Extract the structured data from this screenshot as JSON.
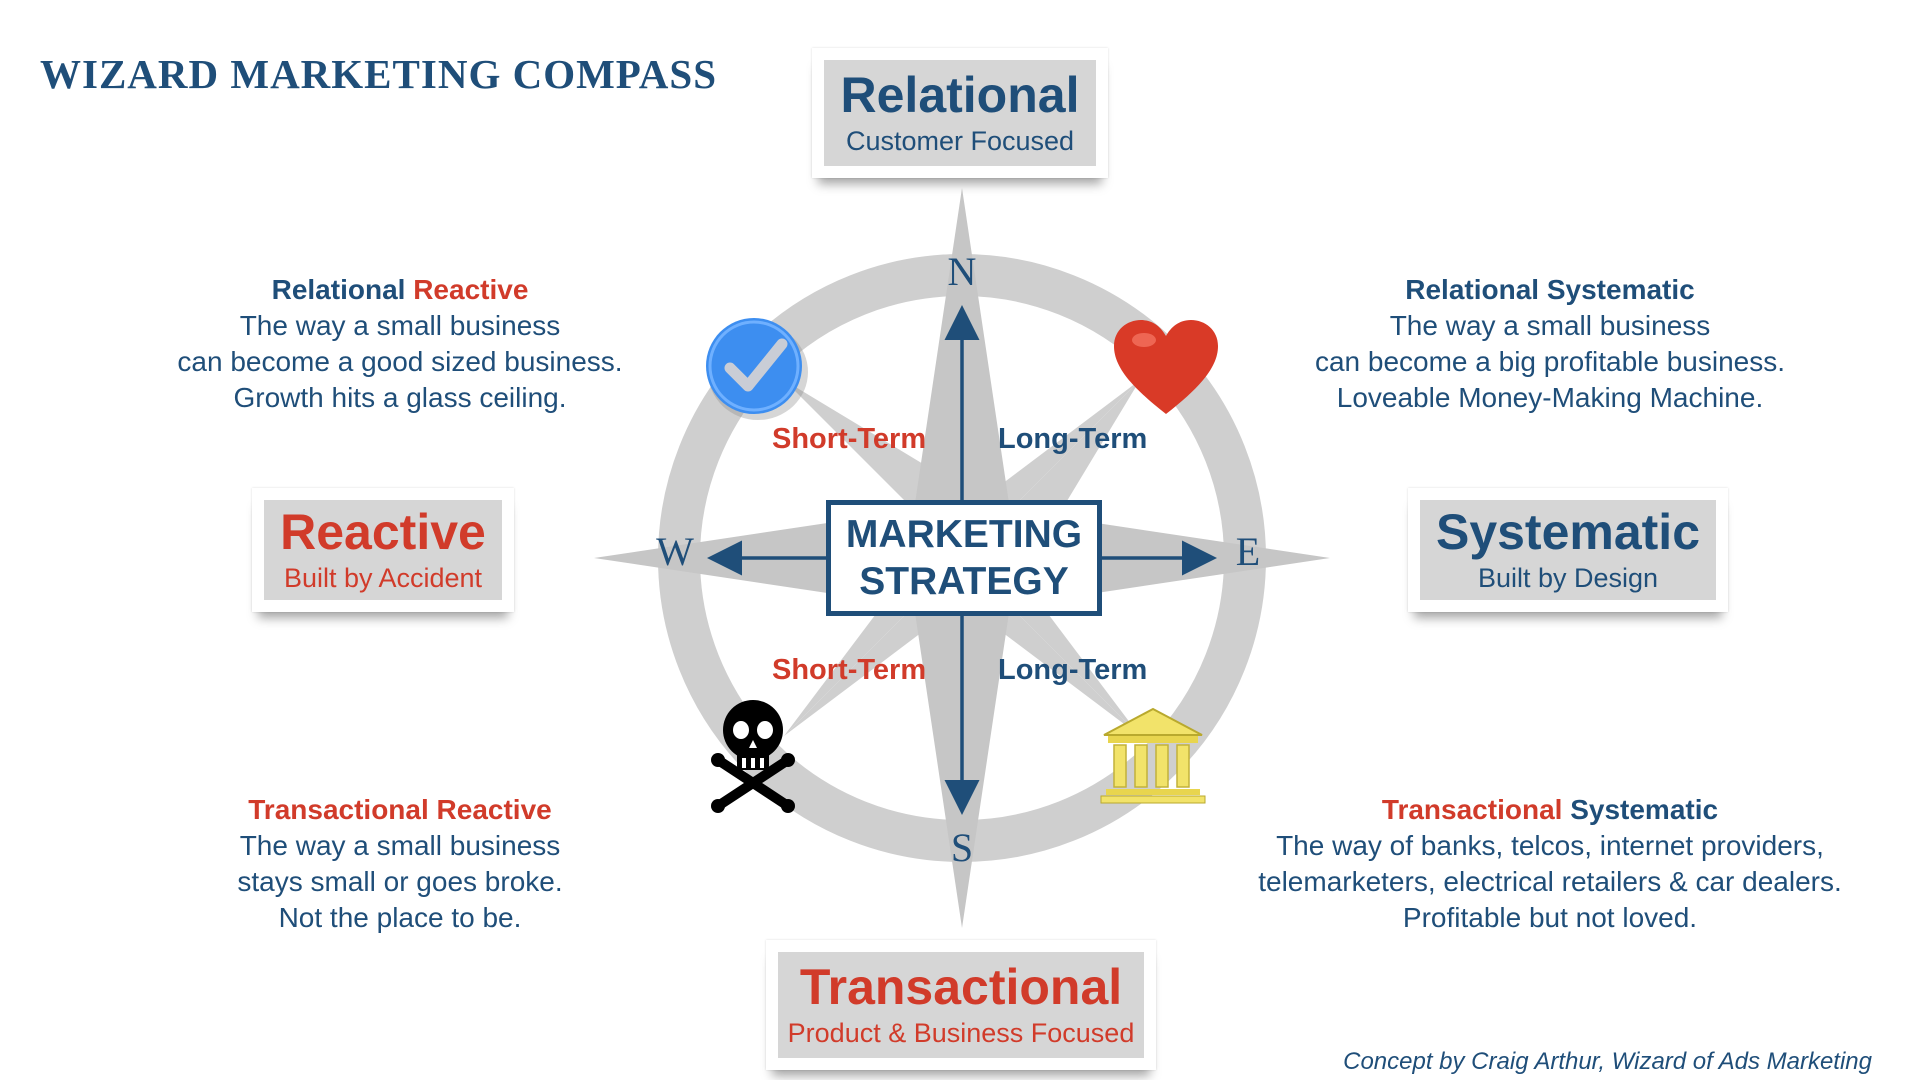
{
  "title": "WIZARD MARKETING COMPASS",
  "cards": {
    "relational": {
      "title": "Relational",
      "subtitle": "Customer Focused"
    },
    "reactive": {
      "title": "Reactive",
      "subtitle": "Built by Accident"
    },
    "systematic": {
      "title": "Systematic",
      "subtitle": "Built by Design"
    },
    "transactional": {
      "title": "Transactional",
      "subtitle": "Product & Business Focused"
    }
  },
  "quadrants": {
    "relational_reactive": {
      "head_a": "Relational",
      "head_b": "Reactive",
      "lines": [
        "The way a small business",
        "can become a good sized business.",
        "Growth hits a glass ceiling."
      ]
    },
    "relational_systematic": {
      "head_a": "Relational",
      "head_b": "Systematic",
      "lines": [
        "The way a small business",
        "can become a big profitable business.",
        "Loveable Money-Making Machine."
      ]
    },
    "transactional_reactive": {
      "head_a": "Transactional",
      "head_b": "Reactive",
      "lines": [
        "The way a small business",
        "stays small or goes broke.",
        "Not the place to be."
      ]
    },
    "transactional_systematic": {
      "head_a": "Transactional",
      "head_b": "Systematic",
      "lines": [
        "The way of banks, telcos, internet providers,",
        "telemarketers, electrical retailers & car dealers.",
        "Profitable but not loved."
      ]
    }
  },
  "terms": {
    "short": "Short-Term",
    "long": "Long-Term"
  },
  "directions": {
    "north": "N",
    "south": "S",
    "east": "E",
    "west": "W"
  },
  "center": {
    "line1": "MARKETING",
    "line2": "STRATEGY"
  },
  "icons": {
    "north_west": "checkmark-badge-icon",
    "north_east": "heart-icon",
    "south_west": "skull-crossbones-icon",
    "south_east": "bank-building-icon"
  },
  "colors": {
    "navy": "#1f4e79",
    "red": "#d13b2a",
    "compass_gray": "#cfcfcf",
    "card_gray": "#d6d6d6"
  },
  "credit": "Concept by Craig Arthur, Wizard of Ads Marketing"
}
